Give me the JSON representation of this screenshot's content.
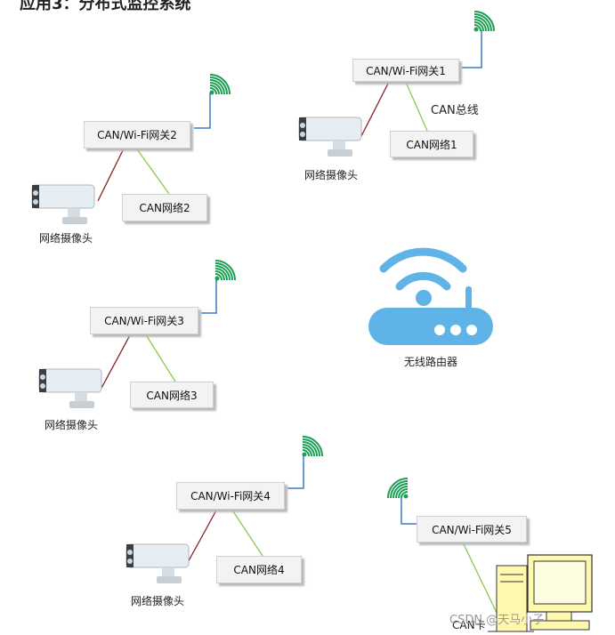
{
  "title": "应用3：分布式监控系统",
  "gateways": {
    "g1": "CAN/Wi-Fi网关1",
    "g2": "CAN/Wi-Fi网关2",
    "g3": "CAN/Wi-Fi网关3",
    "g4": "CAN/Wi-Fi网关4",
    "g5": "CAN/Wi-Fi网关5"
  },
  "networks": {
    "n1": "CAN网络1",
    "n2": "CAN网络2",
    "n3": "CAN网络3",
    "n4": "CAN网络4"
  },
  "labels": {
    "can_bus": "CAN总线",
    "camera": "网络摄像头",
    "router": "无线路由器",
    "can_card": "CAN卡"
  },
  "watermark": "CSDN @天马小子",
  "colors": {
    "wifi_green": "#1e9e56",
    "antenna_blue": "#3f78c8",
    "camera_link_red": "#8b1f24",
    "can_link_green": "#8cc84b",
    "router_blue": "#5fb3e6",
    "pc_yellow": "#fff9b0"
  },
  "icons": [
    "wifi-icon",
    "camera-icon",
    "router-icon",
    "computer-icon"
  ]
}
